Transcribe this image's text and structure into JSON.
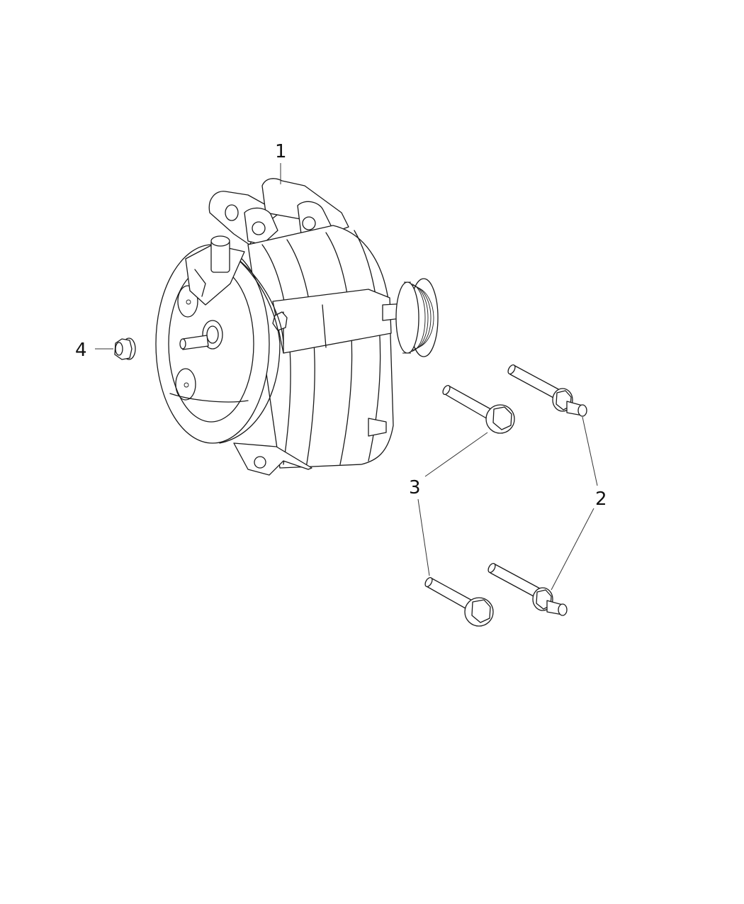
{
  "diagram": {
    "type": "exploded parts diagram",
    "subject": "Alternator and mounting hardware",
    "colors": {
      "line": "#1a1a1a",
      "background": "#ffffff"
    }
  },
  "callouts": [
    {
      "number": "1",
      "part": "alternator"
    },
    {
      "number": "2",
      "part": "stud-bolt",
      "count": 2
    },
    {
      "number": "3",
      "part": "hex-flange-bolt",
      "count": 2
    },
    {
      "number": "4",
      "part": "hex-flange-nut"
    }
  ]
}
